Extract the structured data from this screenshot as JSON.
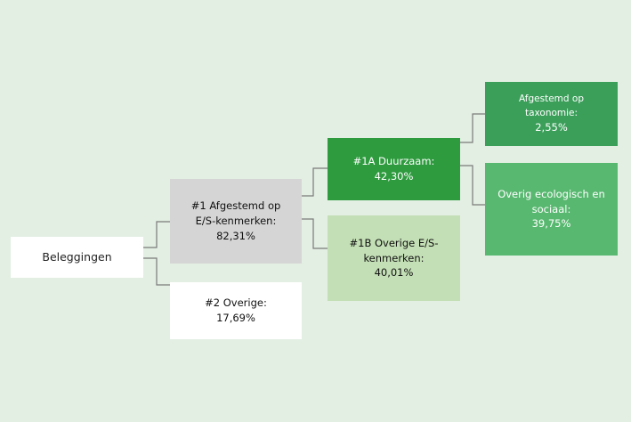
{
  "nodes": {
    "beleggingen": {
      "label": "Beleggingen"
    },
    "es": {
      "label": "#1 Afgestemd op E/S-kenmerken:",
      "value": "82,31%"
    },
    "overige": {
      "label": "#2 Overige:",
      "value": "17,69%"
    },
    "duurzaam": {
      "label": "#1A Duurzaam:",
      "value": "42,30%"
    },
    "overige_es": {
      "label": "#1B Overige E/S-kenmerken:",
      "value": "40,01%"
    },
    "taxonomie": {
      "label": "Afgestemd op taxonomie:",
      "value": "2,55%"
    },
    "ecologisch": {
      "label": "Overig ecologisch en sociaal:",
      "value": "39,75%"
    }
  },
  "colors": {
    "background": "#e3efe3",
    "grey": "#d5d5d5",
    "dark_green": "#2e9b3f",
    "light_green": "#c3dfb5",
    "teal_green": "#3b9f5a",
    "mid_green": "#58b870",
    "connector": "#7a7a7a"
  }
}
